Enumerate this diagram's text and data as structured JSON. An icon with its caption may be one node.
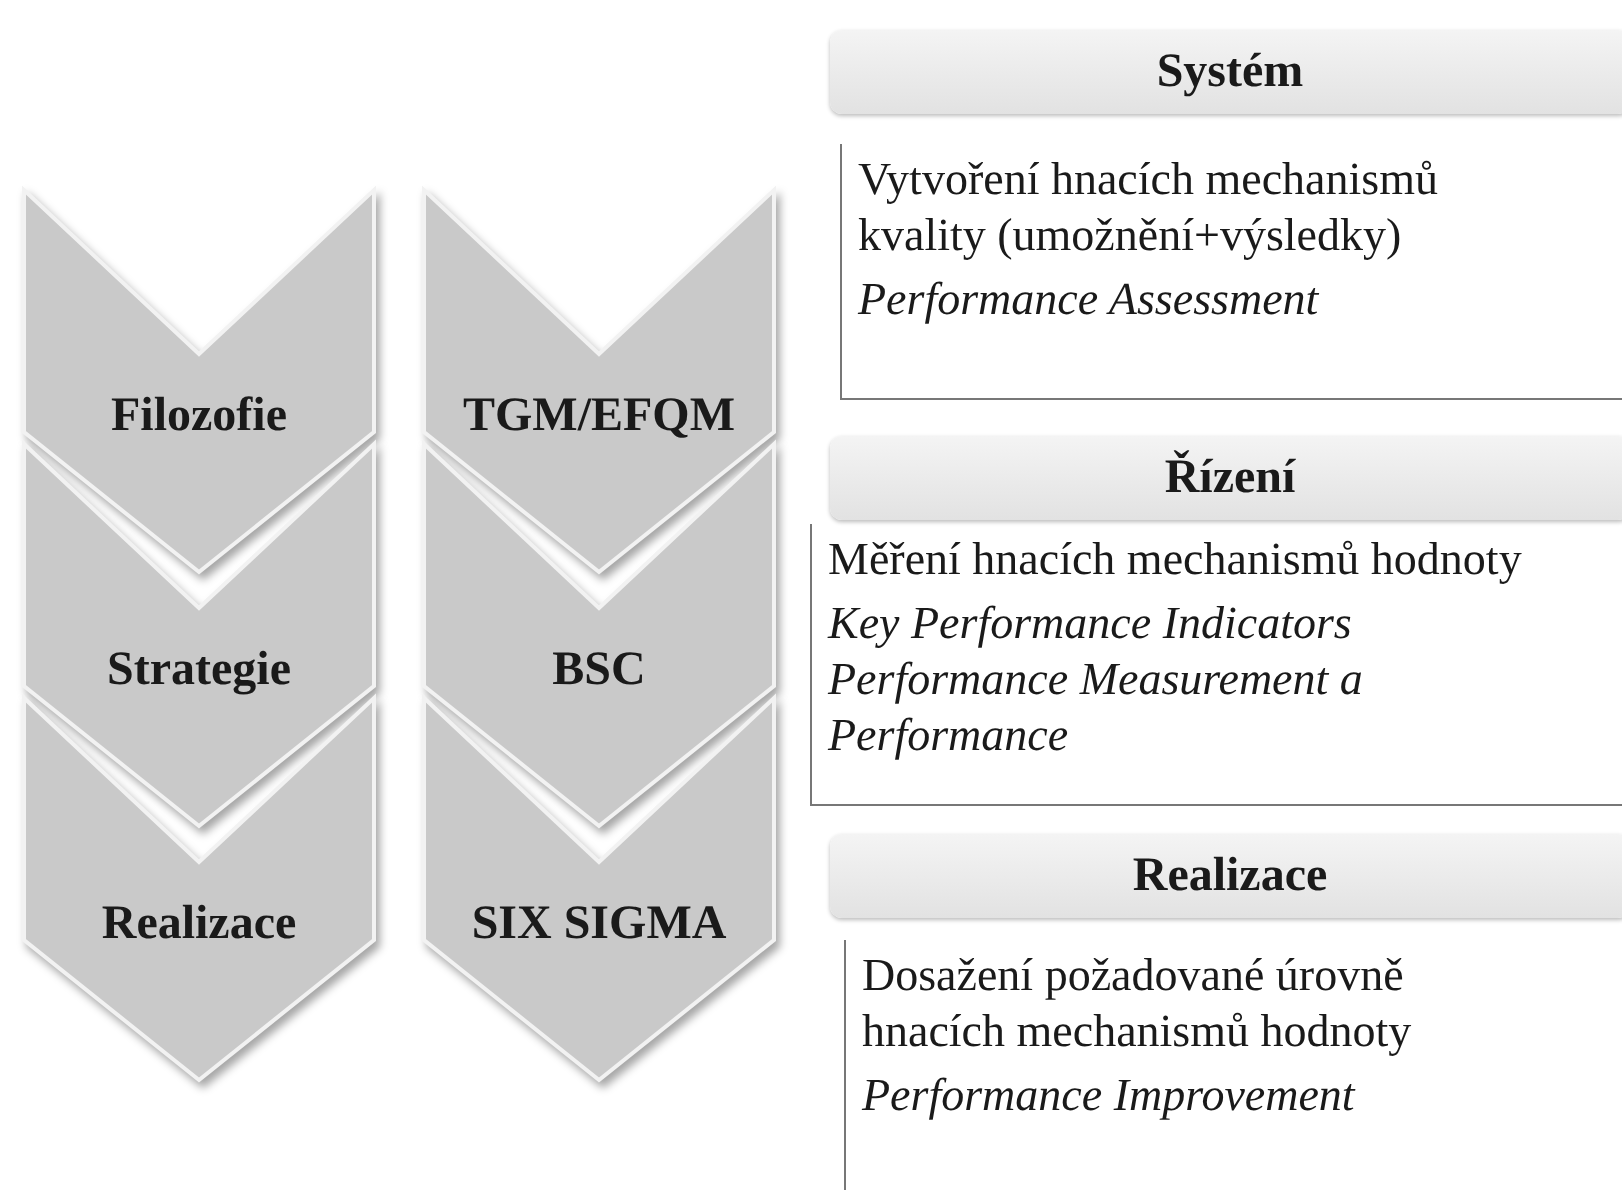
{
  "diagram": {
    "nodes": [
      {
        "text": [
          "Filozofie"
        ]
      },
      {
        "text": [
          "Strategie"
        ]
      },
      {
        "text": [
          "Realizace"
        ]
      },
      {
        "text": [
          "TGM/EFQM"
        ]
      },
      {
        "text": [
          "BSC"
        ]
      },
      {
        "text": [
          "SIX SIGMA"
        ]
      },
      {
        "text": [
          "Systém"
        ]
      },
      {
        "text": [
          "Vytvoření hnacích mechanismů kvality (umožnění+výsledky)",
          "Performance Assessment"
        ]
      },
      {
        "text": [
          "Řízení"
        ]
      },
      {
        "text": [
          "Měření hnacích mechanismů hodnoty",
          "Key Performance Indicators",
          "Performance Measurement a Performance"
        ]
      },
      {
        "text": [
          "Realizace"
        ]
      },
      {
        "text": [
          "Dosažení požadované úrovně hnacích mechanismů hodnoty",
          "Performance Improvement"
        ]
      }
    ],
    "edges": []
  }
}
